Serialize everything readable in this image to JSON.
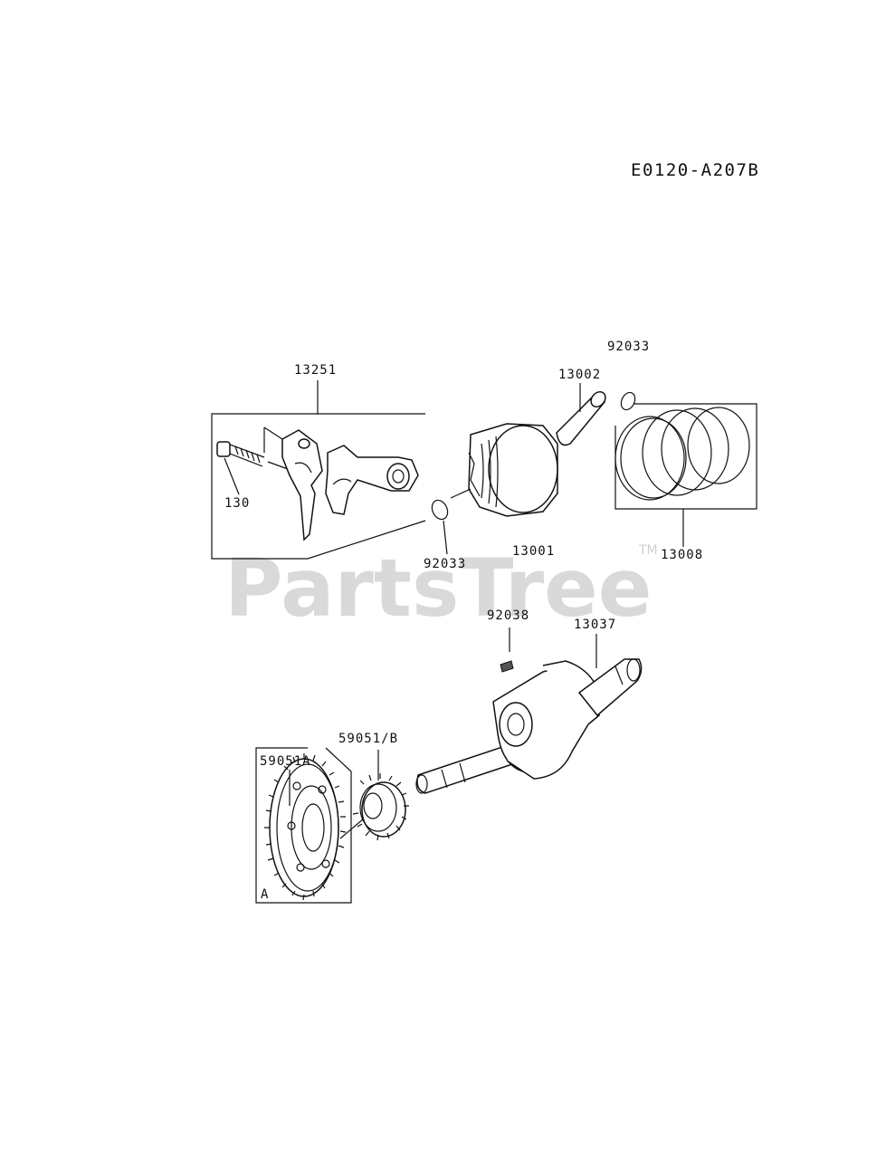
{
  "diagram": {
    "code": "E0120-A207B",
    "watermark": "PartsTree",
    "trademark": "TM",
    "labels": {
      "p13251": "13251",
      "p130": "130",
      "p92033_top": "92033",
      "p13002": "13002",
      "p92033_left": "92033",
      "p13001": "13001",
      "p13008": "13008",
      "p92038": "92038",
      "p13037": "13037",
      "p59051b": "59051/B",
      "p59051a": "59051A",
      "box_a": "A"
    }
  }
}
